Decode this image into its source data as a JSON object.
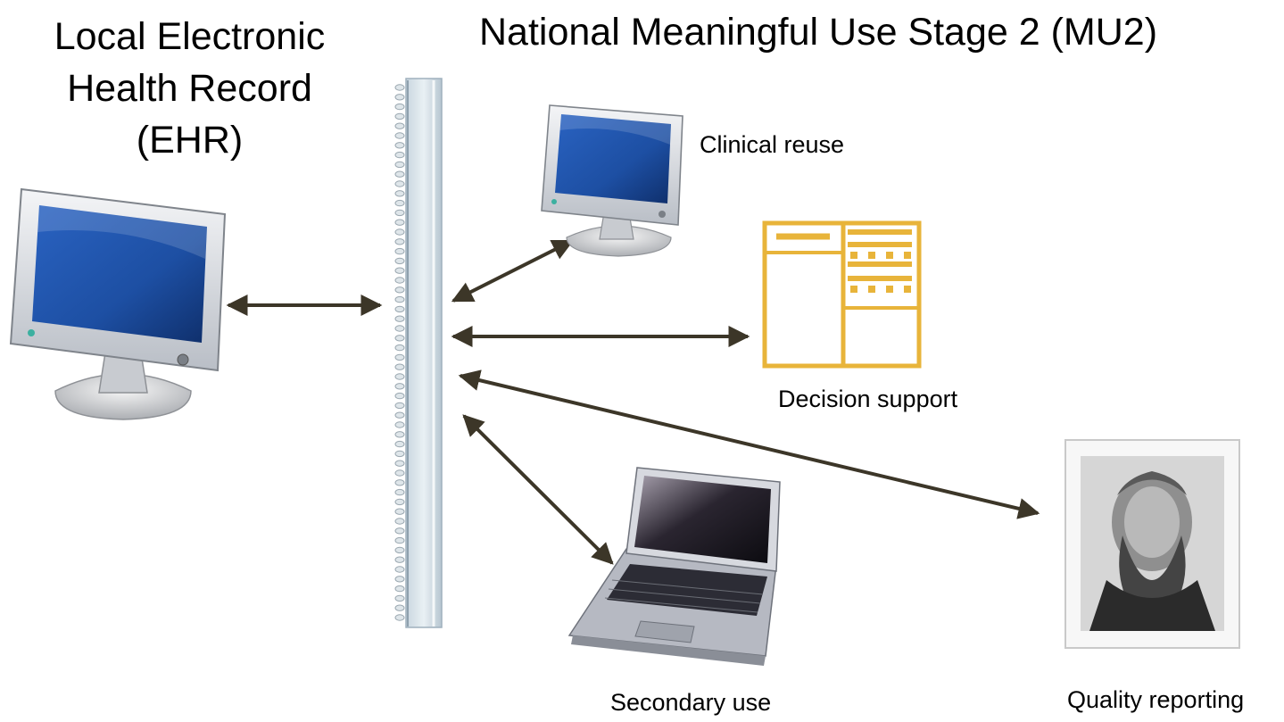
{
  "titles": {
    "left": "Local Electronic\nHealth Record\n(EHR)",
    "right": "National Meaningful Use Stage 2 (MU2)"
  },
  "nodes": {
    "clinical_reuse": "Clinical reuse",
    "decision_support": "Decision support",
    "secondary_use": "Secondary use",
    "quality_reporting": "Quality reporting"
  },
  "icons": {
    "ehr": "desktop-monitor-icon",
    "hub": "network-bus-icon",
    "clinical": "desktop-monitor-icon",
    "decision": "decision-support-document-icon",
    "secondary": "laptop-icon",
    "quality": "framed-portrait-icon"
  },
  "colors": {
    "arrow": "#3c3628",
    "decision_icon": "#e8b43a",
    "screen": "#1d4fa3"
  }
}
